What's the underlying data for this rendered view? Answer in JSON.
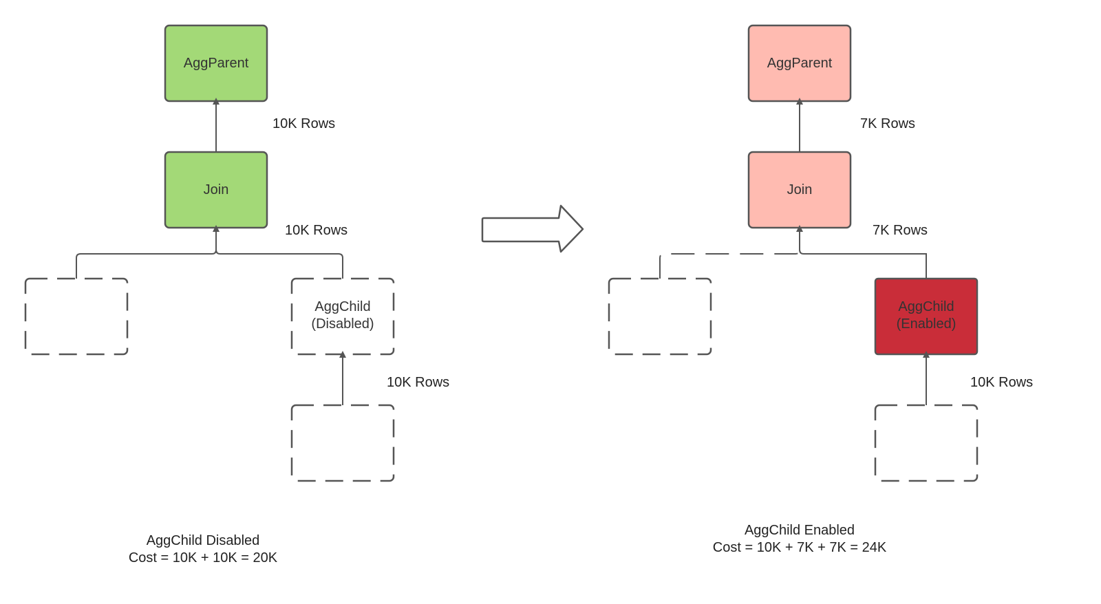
{
  "colors": {
    "line": "#555555",
    "green": "#a3d977",
    "pink": "#ffbbb1",
    "red": "#c92d39",
    "white": "#ffffff"
  },
  "left": {
    "agg_parent": "AggParent",
    "join": "Join",
    "agg_child_line1": "AggChild",
    "agg_child_line2": "(Disabled)",
    "rows_parent": "10K Rows",
    "rows_join": "10K Rows",
    "rows_child": "10K Rows",
    "caption_line1": "AggChild Disabled",
    "caption_line2": "Cost = 10K + 10K = 20K"
  },
  "right": {
    "agg_parent": "AggParent",
    "join": "Join",
    "agg_child_line1": "AggChild",
    "agg_child_line2": "(Enabled)",
    "rows_parent": "7K Rows",
    "rows_join": "7K Rows",
    "rows_child": "10K Rows",
    "caption_line1": "AggChild Enabled",
    "caption_line2": "Cost = 10K + 7K + 7K = 24K"
  }
}
